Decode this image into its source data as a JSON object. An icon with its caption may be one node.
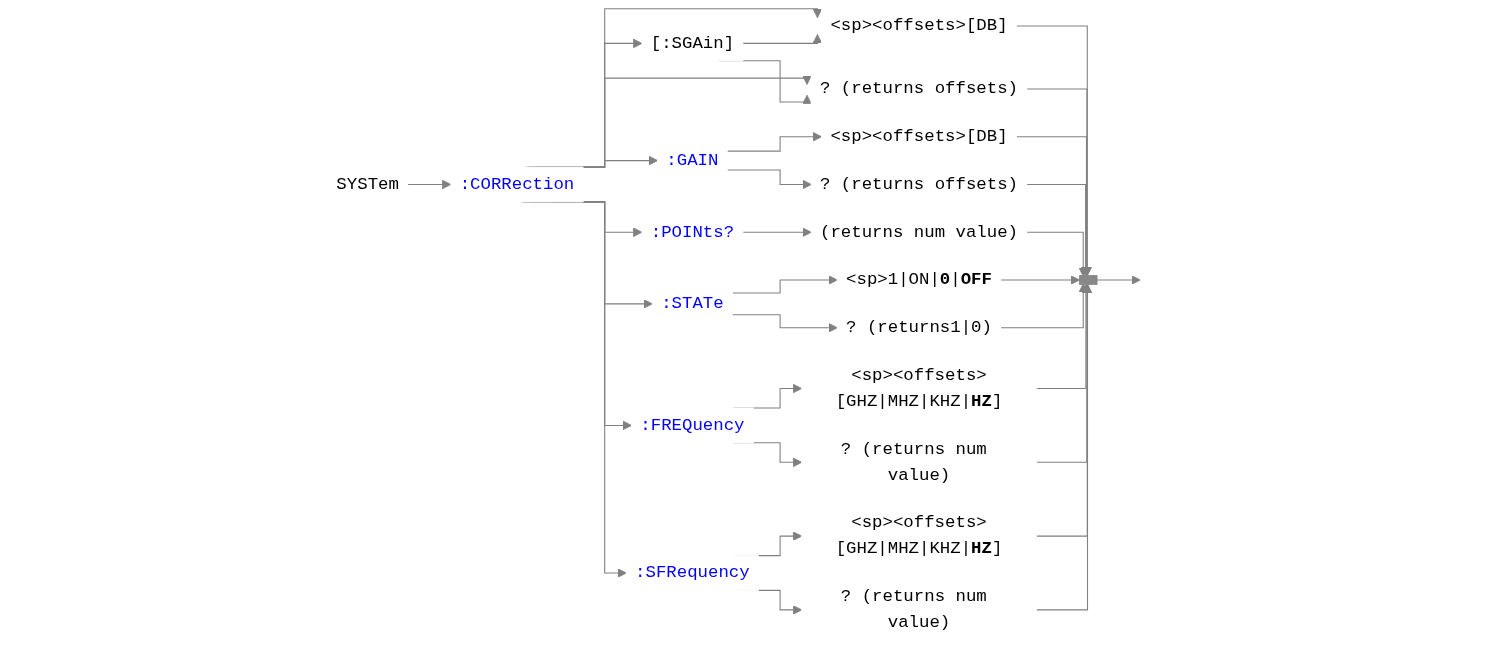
{
  "diagram": {
    "nodes": [
      {
        "text": [
          "SYSTem"
        ]
      },
      {
        "text": [
          ":CORRection"
        ]
      },
      {
        "text": [
          "[:SGAin]"
        ]
      },
      {
        "text": [
          "<sp><offsets>[DB]"
        ]
      },
      {
        "text": [
          "? (returns offsets)"
        ]
      },
      {
        "text": [
          ":GAIN"
        ]
      },
      {
        "text": [
          "<sp><offsets>[DB]"
        ]
      },
      {
        "text": [
          "? (returns offsets)"
        ]
      },
      {
        "text": [
          ":POINts?"
        ]
      },
      {
        "text": [
          "(returns num value)"
        ]
      },
      {
        "text": [
          ":STATe"
        ]
      },
      {
        "text": [
          "<sp>1|ON|**0**|**OFF**"
        ]
      },
      {
        "text": [
          "? (returns1|0)"
        ]
      },
      {
        "text": [
          ":FREQuency"
        ]
      },
      {
        "text": [
          "<sp><offsets>[GHZ|MHZ|KHZ|**HZ**]"
        ]
      },
      {
        "text": [
          "? (returns num value)"
        ]
      },
      {
        "text": [
          ":SFRequency"
        ]
      },
      {
        "text": [
          "<sp><offsets>[GHZ|MHZ|KHZ|**HZ**]"
        ]
      },
      {
        "text": [
          "? (returns num value)"
        ]
      },
      {
        "text": [],
        "shape": "bar"
      }
    ],
    "edges": [
      {
        "from": 0,
        "to": 1,
        "arrow": "to"
      },
      {
        "from": 1,
        "to": 2,
        "arrow": "to"
      },
      {
        "from": 1,
        "to": 3,
        "arrow": "to"
      },
      {
        "from": 1,
        "to": 4,
        "arrow": "to"
      },
      {
        "from": 2,
        "to": 3,
        "arrow": "to"
      },
      {
        "from": 2,
        "to": 4,
        "arrow": "to"
      },
      {
        "from": 1,
        "to": 5,
        "arrow": "to"
      },
      {
        "from": 5,
        "to": 6,
        "arrow": "to"
      },
      {
        "from": 5,
        "to": 7,
        "arrow": "to"
      },
      {
        "from": 1,
        "to": 8,
        "arrow": "to"
      },
      {
        "from": 8,
        "to": 9,
        "arrow": "to"
      },
      {
        "from": 1,
        "to": 10,
        "arrow": "to"
      },
      {
        "from": 10,
        "to": 11,
        "arrow": "to"
      },
      {
        "from": 10,
        "to": 12,
        "arrow": "to"
      },
      {
        "from": 1,
        "to": 13,
        "arrow": "to"
      },
      {
        "from": 13,
        "to": 14,
        "arrow": "to"
      },
      {
        "from": 13,
        "to": 15,
        "arrow": "to"
      },
      {
        "from": 1,
        "to": 16,
        "arrow": "to"
      },
      {
        "from": 16,
        "to": 17,
        "arrow": "to"
      },
      {
        "from": 16,
        "to": 18,
        "arrow": "to"
      },
      {
        "from": 3,
        "to": 19,
        "arrow": "to"
      },
      {
        "from": 4,
        "to": 19,
        "arrow": "to"
      },
      {
        "from": 6,
        "to": 19,
        "arrow": "to"
      },
      {
        "from": 7,
        "to": 19,
        "arrow": "to"
      },
      {
        "from": 9,
        "to": 19,
        "arrow": "to"
      },
      {
        "from": 11,
        "to": 19,
        "arrow": "to"
      },
      {
        "from": 12,
        "to": 19,
        "arrow": "to"
      },
      {
        "from": 14,
        "to": 19,
        "arrow": "to"
      },
      {
        "from": 15,
        "to": 19,
        "arrow": "to"
      },
      {
        "from": 17,
        "to": 19,
        "arrow": "to"
      },
      {
        "from": 18,
        "to": 19,
        "arrow": "to"
      },
      {
        "from": 19,
        "to": null,
        "arrow": "to"
      }
    ]
  }
}
